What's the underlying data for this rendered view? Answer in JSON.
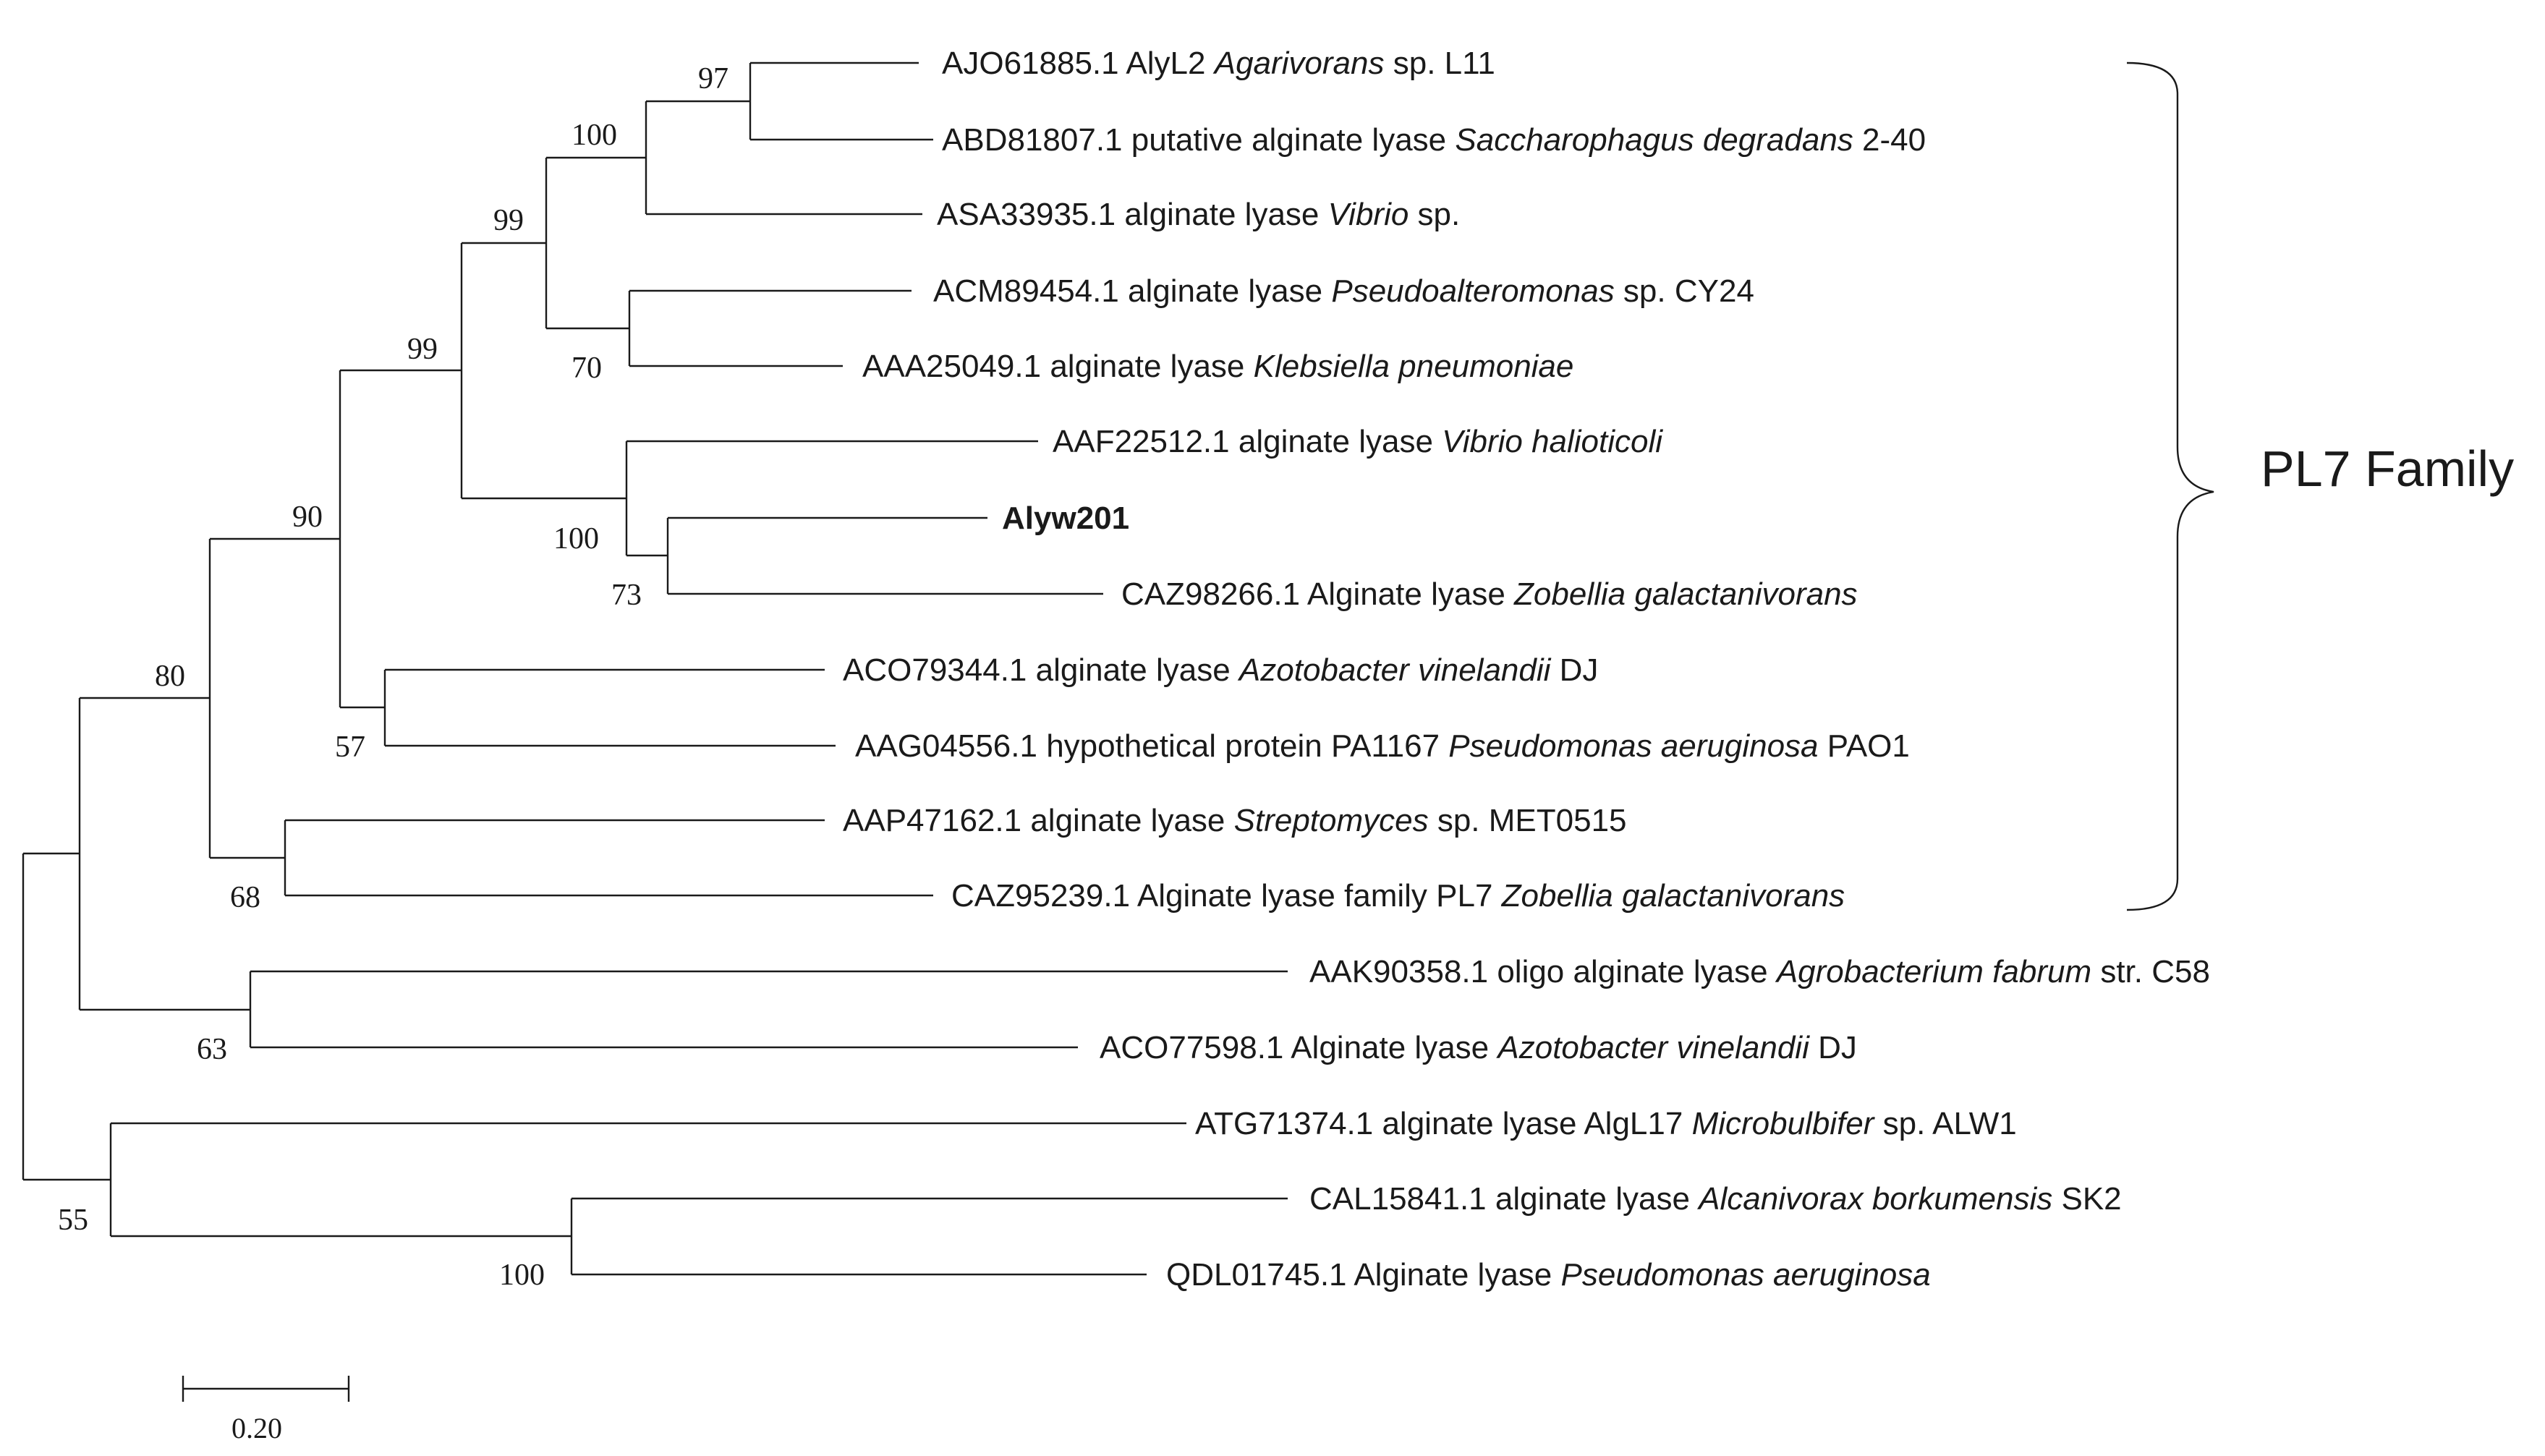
{
  "tree": {
    "leaves": [
      {
        "id": "L1",
        "parts": [
          {
            "t": "AJO61885.1 AlyL2 "
          },
          {
            "t": "Agarivorans",
            "i": true
          },
          {
            "t": " sp. L11"
          }
        ]
      },
      {
        "id": "L2",
        "parts": [
          {
            "t": "ABD81807.1 putative alginate lyase "
          },
          {
            "t": "Saccharophagus degradans",
            "i": true
          },
          {
            "t": " 2-40"
          }
        ]
      },
      {
        "id": "L3",
        "parts": [
          {
            "t": "ASA33935.1 alginate lyase "
          },
          {
            "t": "Vibrio",
            "i": true
          },
          {
            "t": " sp."
          }
        ]
      },
      {
        "id": "L4",
        "parts": [
          {
            "t": "ACM89454.1 alginate lyase "
          },
          {
            "t": "Pseudoalteromonas",
            "i": true
          },
          {
            "t": " sp. CY24"
          }
        ]
      },
      {
        "id": "L5",
        "parts": [
          {
            "t": "AAA25049.1 alginate lyase "
          },
          {
            "t": "Klebsiella pneumoniae",
            "i": true
          }
        ]
      },
      {
        "id": "L6",
        "parts": [
          {
            "t": "AAF22512.1 alginate lyase "
          },
          {
            "t": "Vibrio halioticoli",
            "i": true
          }
        ]
      },
      {
        "id": "L7",
        "bold": true,
        "parts": [
          {
            "t": "Alyw201"
          }
        ]
      },
      {
        "id": "L8",
        "parts": [
          {
            "t": "CAZ98266.1 Alginate lyase "
          },
          {
            "t": "Zobellia galactanivorans",
            "i": true
          }
        ]
      },
      {
        "id": "L9",
        "parts": [
          {
            "t": "ACO79344.1 alginate lyase "
          },
          {
            "t": "Azotobacter vinelandii",
            "i": true
          },
          {
            "t": " DJ"
          }
        ]
      },
      {
        "id": "L10",
        "parts": [
          {
            "t": "AAG04556.1 hypothetical protein PA1167 "
          },
          {
            "t": "Pseudomonas aeruginosa",
            "i": true
          },
          {
            "t": " PAO1"
          }
        ]
      },
      {
        "id": "L11",
        "parts": [
          {
            "t": "AAP47162.1 alginate lyase "
          },
          {
            "t": "Streptomyces",
            "i": true
          },
          {
            "t": " sp. MET0515"
          }
        ]
      },
      {
        "id": "L12",
        "parts": [
          {
            "t": "CAZ95239.1 Alginate lyase family PL7 "
          },
          {
            "t": "Zobellia galactanivorans",
            "i": true
          }
        ]
      },
      {
        "id": "L13",
        "parts": [
          {
            "t": "AAK90358.1 oligo alginate lyase "
          },
          {
            "t": "Agrobacterium fabrum",
            "i": true
          },
          {
            "t": " str. C58"
          }
        ]
      },
      {
        "id": "L14",
        "parts": [
          {
            "t": "ACO77598.1 Alginate lyase "
          },
          {
            "t": "Azotobacter vinelandii",
            "i": true
          },
          {
            "t": " DJ"
          }
        ]
      },
      {
        "id": "L15",
        "parts": [
          {
            "t": "ATG71374.1 alginate lyase AlgL17 "
          },
          {
            "t": "Microbulbifer",
            "i": true
          },
          {
            "t": " sp. ALW1"
          }
        ]
      },
      {
        "id": "L16",
        "parts": [
          {
            "t": "CAL15841.1 alginate lyase "
          },
          {
            "t": "Alcanivorax borkumensis",
            "i": true
          },
          {
            "t": " SK2"
          }
        ]
      },
      {
        "id": "L17",
        "parts": [
          {
            "t": "QDL01745.1 Alginate lyase "
          },
          {
            "t": "Pseudomonas aeruginosa",
            "i": true
          }
        ]
      }
    ],
    "bootstrap": {
      "n_97": "97",
      "n_100a": "100",
      "n_70": "70",
      "n_99a": "99",
      "n_73": "73",
      "n_100b": "100",
      "n_99b": "99",
      "n_57": "57",
      "n_90": "90",
      "n_68": "68",
      "n_80": "80",
      "n_63": "63",
      "n_100c": "100",
      "n_55": "55"
    },
    "clade_label": "PL7 Family",
    "scale_bar_label": "0.20",
    "line_color": "#1a1a1a"
  }
}
